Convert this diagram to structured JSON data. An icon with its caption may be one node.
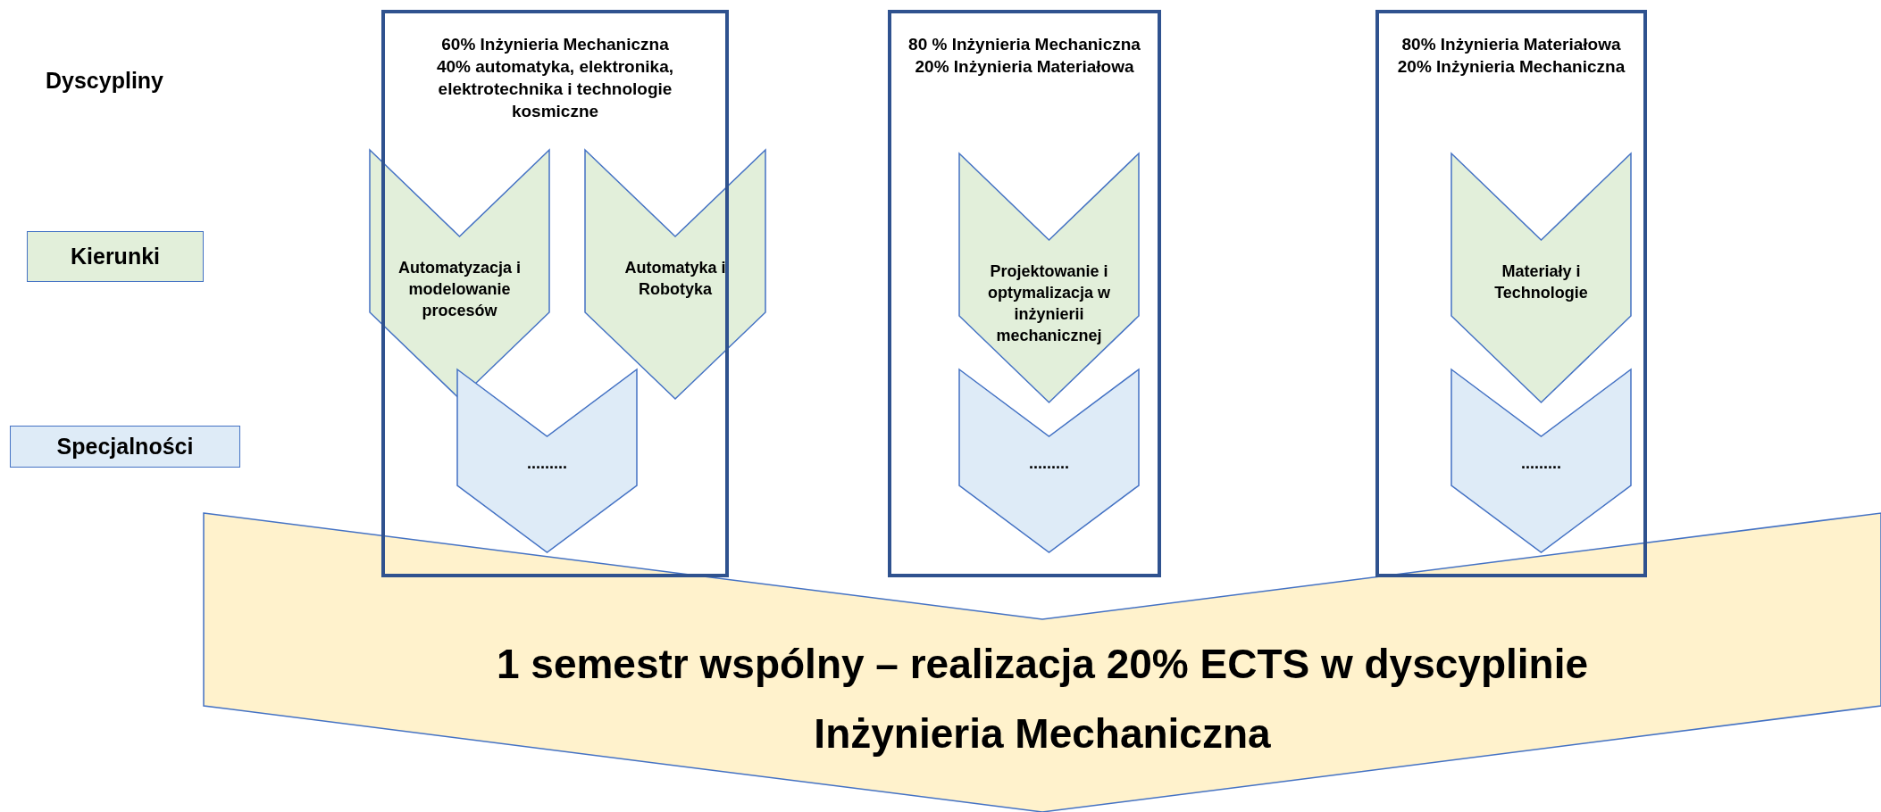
{
  "diagram": {
    "nodes": [
      {
        "text": [
          "60% Inżynieria Mechaniczna",
          "40% automatyka, elektronika, elektrotechnika i technologie kosmiczne"
        ]
      },
      {
        "text": [
          "80 % Inżynieria Mechaniczna",
          "20% Inżynieria Materiałowa"
        ]
      },
      {
        "text": [
          "80% Inżynieria Materiałowa",
          "20% Inżynieria Mechaniczna"
        ]
      },
      {
        "text": [
          "Kierunki"
        ]
      },
      {
        "text": [
          "Automatyzacja i modelowanie procesów"
        ]
      },
      {
        "text": [
          "Automatyka i Robotyka"
        ]
      },
      {
        "text": [
          "Projektowanie i optymalizacja w inżynierii mechanicznej"
        ],
        "in": 1
      },
      {
        "text": [
          "Materiały i Technologie"
        ],
        "in": 2
      },
      {
        "text": [
          "Specjalności"
        ]
      },
      {
        "text": [
          "........."
        ],
        "in": 0
      },
      {
        "text": [
          "........."
        ],
        "in": 1
      },
      {
        "text": [
          "........."
        ],
        "in": 2
      },
      {
        "text": [
          "1 semestr wspólny – realizacja 20% ECTS w dyscyplinie Inżynieria Mechaniczna"
        ]
      }
    ],
    "edges": [],
    "labels": [
      "Dyscypliny"
    ]
  }
}
